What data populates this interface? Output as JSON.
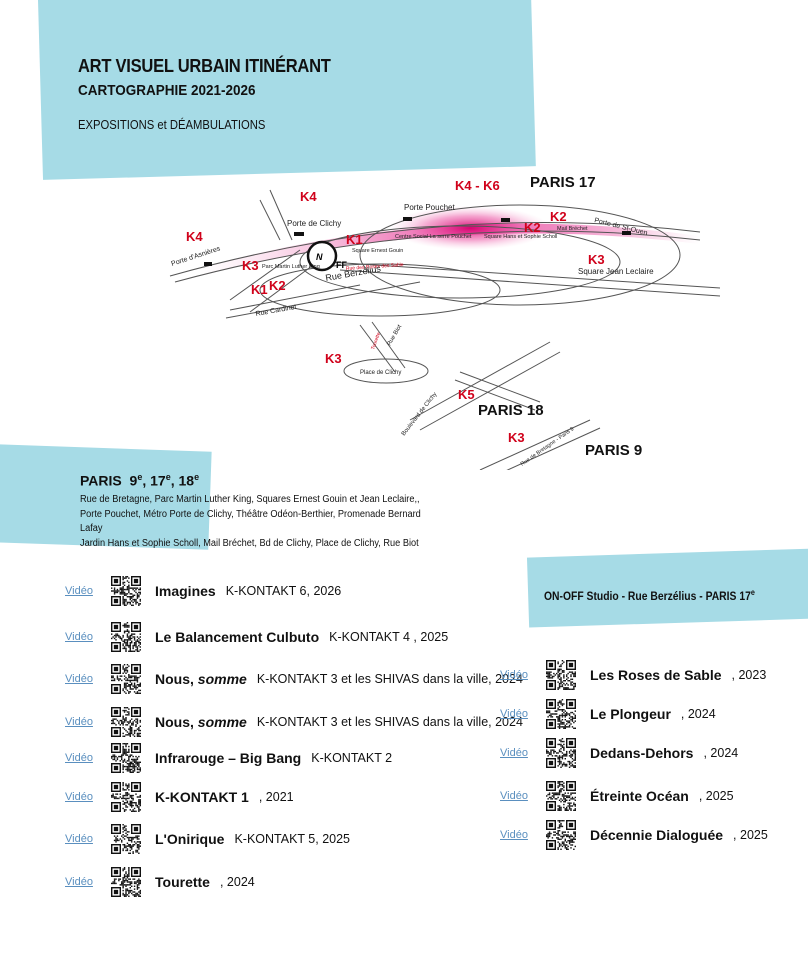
{
  "header": {
    "title": "ART VISUEL URBAIN ITINÉRANT",
    "subtitle": "CARTOGRAPHIE 2021-2026",
    "caption": "EXPOSITIONS et DÉAMBULATIONS"
  },
  "map": {
    "district_labels": [
      "PARIS 17",
      "PARIS 18",
      "PARIS 9"
    ],
    "markers": [
      "K4",
      "K4 - K6",
      "K4",
      "K1",
      "K2",
      "K2",
      "K3",
      "K3",
      "K1",
      "K2",
      "K3",
      "K5",
      "K3"
    ],
    "places": [
      "Porte de Clichy",
      "Porte Pouchet",
      "Porte de St-Ouen",
      "Porte d'Asnières",
      "Square Ernest Gouin",
      "Centre Social La serre Pouchet",
      "Square Hans et Sophie Scholl",
      "Mail Bréchet",
      "Square Jean Leclaire",
      "Parc Martin Luther King",
      "Rue Berzélius",
      "Rue Cardinet",
      "Place de Clichy",
      "Rue Biot",
      "Boulevard de Clichy",
      "Rue de Bretagne - Paris 9",
      "Tourette"
    ],
    "studio_mark": "FF",
    "north_mark": "N",
    "studio_tag": "Rue des Roses des Sable",
    "colors": {
      "marker": "#d0021b",
      "line": "#444444",
      "highlight": "#e0007a"
    }
  },
  "paris_block": {
    "heading": "PARIS 9e, 17e, 18e",
    "lines": [
      "Rue de Bretagne, Parc Martin Luther King, Squares Ernest Gouin et Jean Leclaire,,",
      "Porte Pouchet, Métro Porte de Clichy, Théâtre Odéon-Berthier, Promenade Bernard Lafay",
      "Jardin Hans et Sophie Scholl, Mail Bréchet, Bd de Clichy, Place de Clichy, Rue Biot"
    ]
  },
  "studio": {
    "title": "ON-OFF Studio - Rue Berzélius - PARIS 17e"
  },
  "video_label": "Vidéo",
  "left_works": [
    {
      "title": "Imagines",
      "tail": "K-KONTAKT 6, 2026"
    },
    {
      "title": "Le Balancement Culbuto",
      "tail": "K-KONTAKT 4 ,  2025"
    },
    {
      "title": "Nous, ",
      "italic": "somme",
      "tail": "K-KONTAKT 3 et les SHIVAS dans la ville,  2024"
    },
    {
      "title": "Nous, ",
      "italic": "somme",
      "tail": "K-KONTAKT 3 et les SHIVAS dans la ville,  2024"
    },
    {
      "title": "Infrarouge – Big Bang",
      "tail": "K-KONTAKT 2"
    },
    {
      "title": "K-KONTAKT 1",
      "tail": ",  2021"
    },
    {
      "title": "L'Onirique",
      "tail": "K-KONTAKT 5,  2025"
    },
    {
      "title": "Tourette",
      "tail": ", 2024"
    }
  ],
  "right_works": [
    {
      "title": "Les Roses de Sable",
      "tail": ", 2023"
    },
    {
      "title": "Le Plongeur",
      "tail": ", 2024"
    },
    {
      "title": "Dedans-Dehors",
      "tail": ", 2024"
    },
    {
      "title": "Étreinte Océan",
      "tail": ", 2025"
    },
    {
      "title": "Décennie Dialoguée",
      "tail": ", 2025"
    }
  ]
}
